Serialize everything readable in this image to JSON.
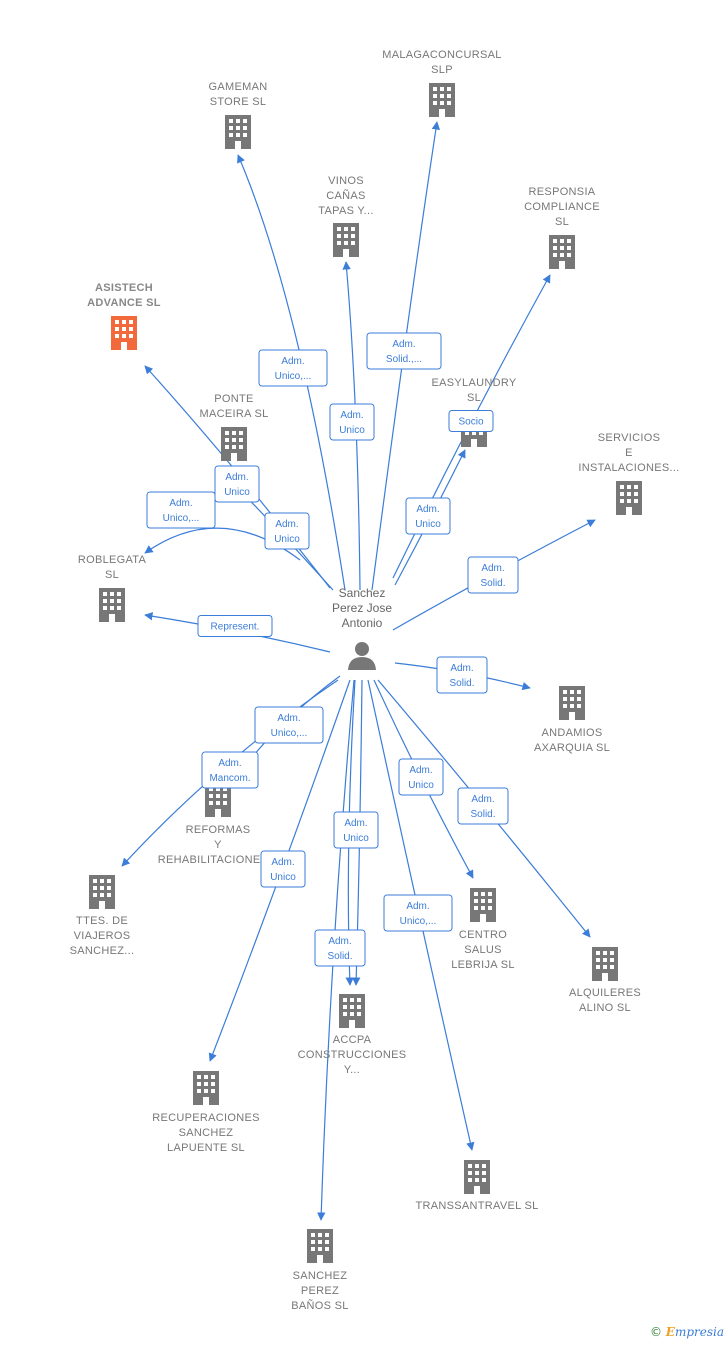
{
  "center": {
    "lines": [
      "Sanchez",
      "Perez Jose",
      "Antonio"
    ],
    "icon": "person-icon"
  },
  "colors": {
    "edge": "#3b7dd8",
    "building": "#777777",
    "highlight": "#f26a3b"
  },
  "nodes": [
    {
      "id": "gameman",
      "lines": [
        "GAMEMAN",
        "STORE  SL"
      ]
    },
    {
      "id": "malagaconcursal",
      "lines": [
        "MALAGACONCURSAL",
        "SLP"
      ]
    },
    {
      "id": "vinos",
      "lines": [
        "VINOS",
        "CAÑAS",
        "TAPAS Y..."
      ]
    },
    {
      "id": "responsia",
      "lines": [
        "RESPONSIA",
        "COMPLIANCE",
        "SL"
      ]
    },
    {
      "id": "asistech",
      "lines": [
        "ASISTECH",
        "ADVANCE  SL"
      ],
      "highlight": true
    },
    {
      "id": "easylaundry",
      "lines": [
        "EASYLAUNDRY",
        "SL"
      ]
    },
    {
      "id": "ponte",
      "lines": [
        "PONTE",
        "MACEIRA  SL"
      ]
    },
    {
      "id": "servicios",
      "lines": [
        "SERVICIOS",
        "E",
        "INSTALACIONES..."
      ]
    },
    {
      "id": "roblegata",
      "lines": [
        "ROBLEGATA",
        "SL"
      ]
    },
    {
      "id": "andamios",
      "lines": [
        "ANDAMIOS",
        "AXARQUIA  SL"
      ]
    },
    {
      "id": "reformas",
      "lines": [
        "REFORMAS",
        "Y",
        "REHABILITACIONES..."
      ]
    },
    {
      "id": "ttes",
      "lines": [
        "TTES.  DE",
        "VIAJEROS",
        "SANCHEZ..."
      ]
    },
    {
      "id": "centro",
      "lines": [
        "CENTRO",
        "SALUS",
        "LEBRIJA SL"
      ]
    },
    {
      "id": "alquileres",
      "lines": [
        "ALQUILERES",
        "ALINO  SL"
      ]
    },
    {
      "id": "accpa",
      "lines": [
        "ACCPA",
        "CONSTRUCCIONES",
        "Y..."
      ]
    },
    {
      "id": "recuperaciones",
      "lines": [
        "RECUPERACIONES",
        "SANCHEZ",
        "LAPUENTE  SL"
      ]
    },
    {
      "id": "transantravel",
      "lines": [
        "TRANSSANTRAVEL SL"
      ]
    },
    {
      "id": "sanchezperez",
      "lines": [
        "SANCHEZ",
        "PEREZ",
        "BAÑOS  SL"
      ]
    }
  ],
  "edges": [
    {
      "to": "gameman",
      "label": [
        "Adm.",
        "Unico,..."
      ]
    },
    {
      "to": "malagaconcursal",
      "label": [
        "Adm.",
        "Solid.,..."
      ]
    },
    {
      "to": "vinos",
      "label": [
        "Adm.",
        "Unico"
      ]
    },
    {
      "to": "responsia",
      "label": [
        "Socio"
      ]
    },
    {
      "to": "asistech",
      "label": [
        "Adm.",
        "Unico"
      ]
    },
    {
      "to": "easylaundry",
      "label": [
        "Adm.",
        "Unico"
      ]
    },
    {
      "to": "ponte",
      "label": [
        "Adm.",
        "Unico"
      ]
    },
    {
      "to": "roblegata",
      "label": [
        "Adm.",
        "Unico,..."
      ]
    },
    {
      "to": "servicios",
      "label": [
        "Adm.",
        "Solid."
      ]
    },
    {
      "to": "roblegata",
      "label": [
        "Represent."
      ]
    },
    {
      "to": "andamios",
      "label": [
        "Adm.",
        "Solid."
      ]
    },
    {
      "to": "reformas",
      "label": [
        "Adm.",
        "Unico,..."
      ]
    },
    {
      "to": "ttes",
      "label": [
        "Adm.",
        "Mancom."
      ]
    },
    {
      "to": "centro",
      "label": [
        "Adm.",
        "Unico"
      ]
    },
    {
      "to": "alquileres",
      "label": [
        "Adm.",
        "Solid."
      ]
    },
    {
      "to": "accpa",
      "label": [
        "Adm.",
        "Unico"
      ]
    },
    {
      "to": "accpa",
      "label": [
        "Adm.",
        "Solid."
      ]
    },
    {
      "to": "recuperaciones",
      "label": [
        "Adm.",
        "Unico"
      ]
    },
    {
      "to": "transantravel",
      "label": [
        "Adm.",
        "Unico,..."
      ]
    },
    {
      "to": "sanchezperez",
      "label": []
    }
  ],
  "footer": {
    "copyright": "©",
    "brand_initial": "E",
    "brand_rest": "mpresia"
  }
}
